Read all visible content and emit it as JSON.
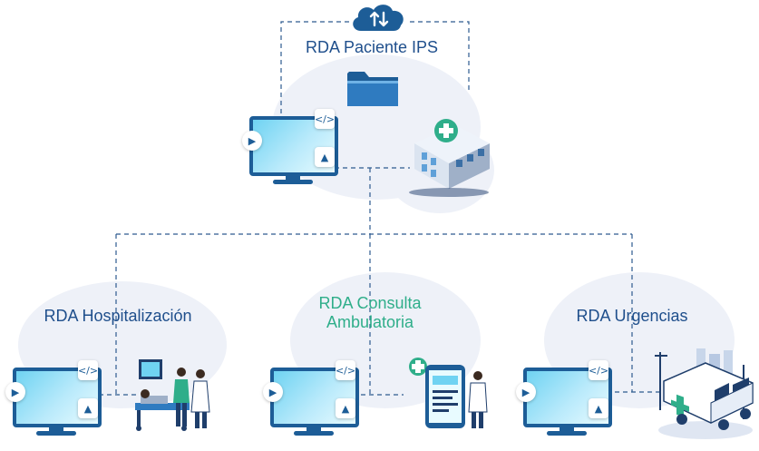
{
  "nodes": {
    "top": {
      "label": "RDA Paciente IPS"
    },
    "left": {
      "label": "RDA Hospitalización"
    },
    "center": {
      "label_line1": "RDA Consulta",
      "label_line2": "Ambulatoria"
    },
    "right": {
      "label": "RDA Urgencias"
    }
  },
  "colors": {
    "dark_blue": "#1f4f8c",
    "green": "#2fae8a",
    "connector": "#2d5b8f",
    "cloud": "#1d5d97"
  },
  "icons": [
    "cloud-sync-icon",
    "folder-icon",
    "monitor-icon",
    "hospital-building-icon",
    "hospital-bed-icon",
    "medical-app-icon",
    "ambulance-icon"
  ]
}
